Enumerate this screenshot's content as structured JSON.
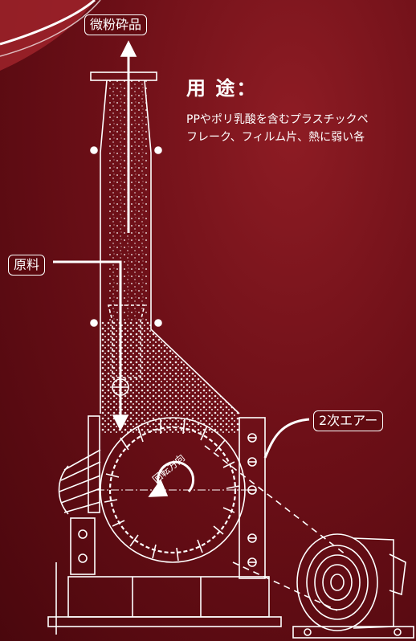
{
  "labels": {
    "product": "微粉砕品",
    "raw_material": "原料",
    "secondary_air": "2次エアー",
    "rotation": "回転方向"
  },
  "usage": {
    "title": "用 途：",
    "line1": "PPやポリ乳酸を含むプラスチックペ",
    "line2": "フレーク、フィルム片、熱に弱い各"
  },
  "colors": {
    "background": "#6c0f17",
    "line": "#ffffff"
  }
}
